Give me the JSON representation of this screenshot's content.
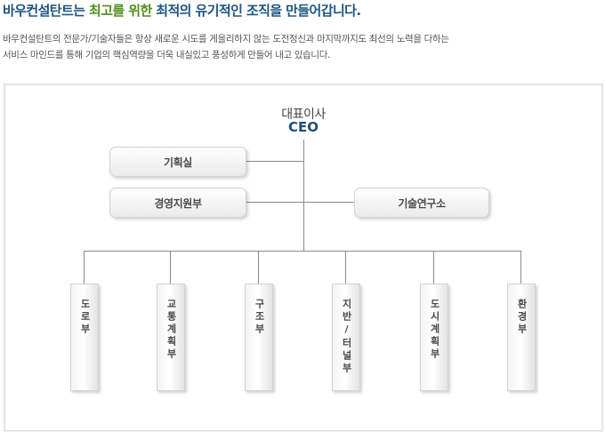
{
  "headline": {
    "before": "바우컨설탄트는 ",
    "highlight": "최고를 위한",
    "after": " 최적의 유기적인 조직을 만들어갑니다."
  },
  "intro": [
    "바우컨설탄트의 전문가/기술자들은 항상 새로운 시도를 게을리하지 않는 도전정신과 마지막까지도 최선의 노력을 다하는",
    "서비스 마인드를 통해 기업의 핵심역량을 더욱 내실있고 풍성하게 만들어 내고 있습니다."
  ],
  "org": {
    "ceo_kr": "대표이사",
    "ceo_en": "CEO",
    "planning": "기획실",
    "management": "경영지원부",
    "research": "기술연구소",
    "divisions": [
      "도로부",
      "교통계획부",
      "구조부",
      "지반/터널부",
      "도시계획부",
      "환경부"
    ]
  },
  "colors": {
    "headline": "#1e5680",
    "highlight": "#4f8f1a",
    "ceo_en": "#1f4e74",
    "connector": "#8a8a8a"
  }
}
